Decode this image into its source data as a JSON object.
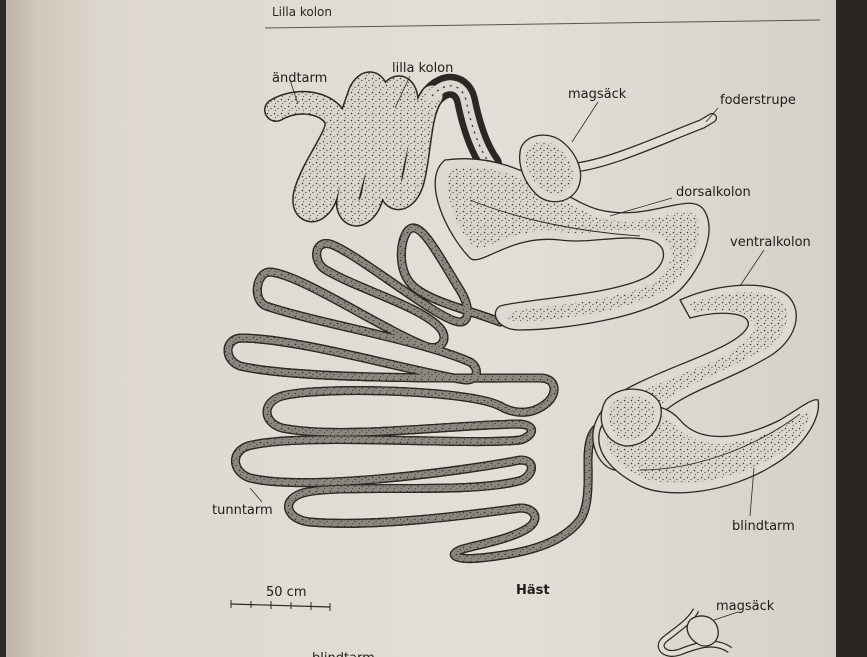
{
  "header": {
    "running_head": "Lilla kolon"
  },
  "labels": {
    "andtarm": "ändtarm",
    "lilla_kolon": "lilla kolon",
    "magsack": "magsäck",
    "foderstrupe": "foderstrupe",
    "dorsalkolon": "dorsalkolon",
    "ventralkolon": "ventralkolon",
    "tunntarm": "tunntarm",
    "blindtarm": "blindtarm",
    "magsack_next": "magsäck"
  },
  "scale_bar": {
    "label": "50 cm"
  },
  "caption": "Häst",
  "cutoff_text": "blindtarm"
}
